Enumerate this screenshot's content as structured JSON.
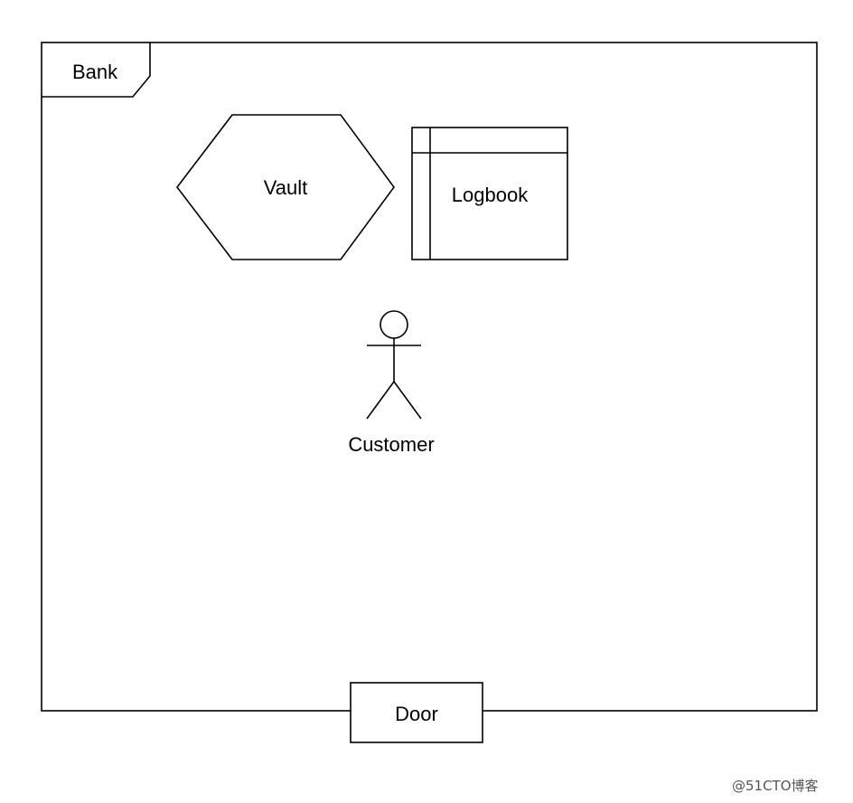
{
  "frame": {
    "title": "Bank"
  },
  "vault": {
    "label": "Vault"
  },
  "logbook": {
    "label": "Logbook"
  },
  "actor": {
    "label": "Customer"
  },
  "door": {
    "label": "Door"
  },
  "watermark": {
    "text": "@51CTO博客"
  },
  "colors": {
    "stroke": "#000000",
    "background": "#ffffff"
  }
}
